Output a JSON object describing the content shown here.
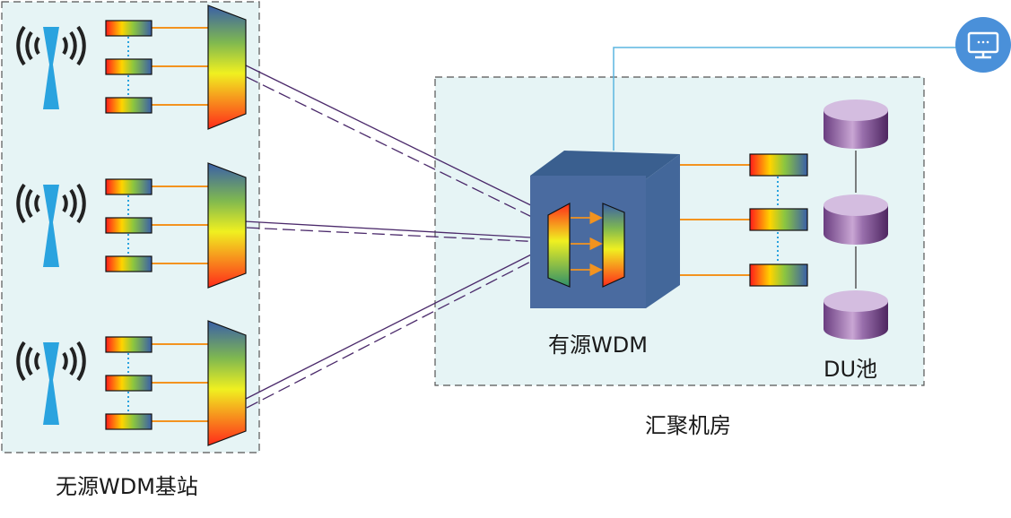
{
  "labels": {
    "passive_site": "无源WDM基站",
    "aggregation_room": "汇聚机房",
    "active_wdm": "有源WDM",
    "du_pool": "DU池"
  },
  "icons": {
    "antenna": "antenna-tower-icon",
    "monitor": "monitor-icon",
    "du_server": "database-cylinder-icon",
    "optical_module": "optical-module-icon",
    "multiplexer": "wdm-mux-icon"
  },
  "colors": {
    "panel_fill": "#e6f4f5",
    "panel_border": "#555555",
    "antenna_blue": "#2aa3df",
    "orange_link": "#f3931f",
    "fiber_purple": "#4b2a6b",
    "cube_front": "#4a6ba0",
    "cube_top": "#3a5f8f",
    "cube_side": "#43679a",
    "cylinder_purple": "#7b4c8e",
    "monitor_circle": "#4a90d9",
    "mgmt_line": "#5bb6e0"
  }
}
